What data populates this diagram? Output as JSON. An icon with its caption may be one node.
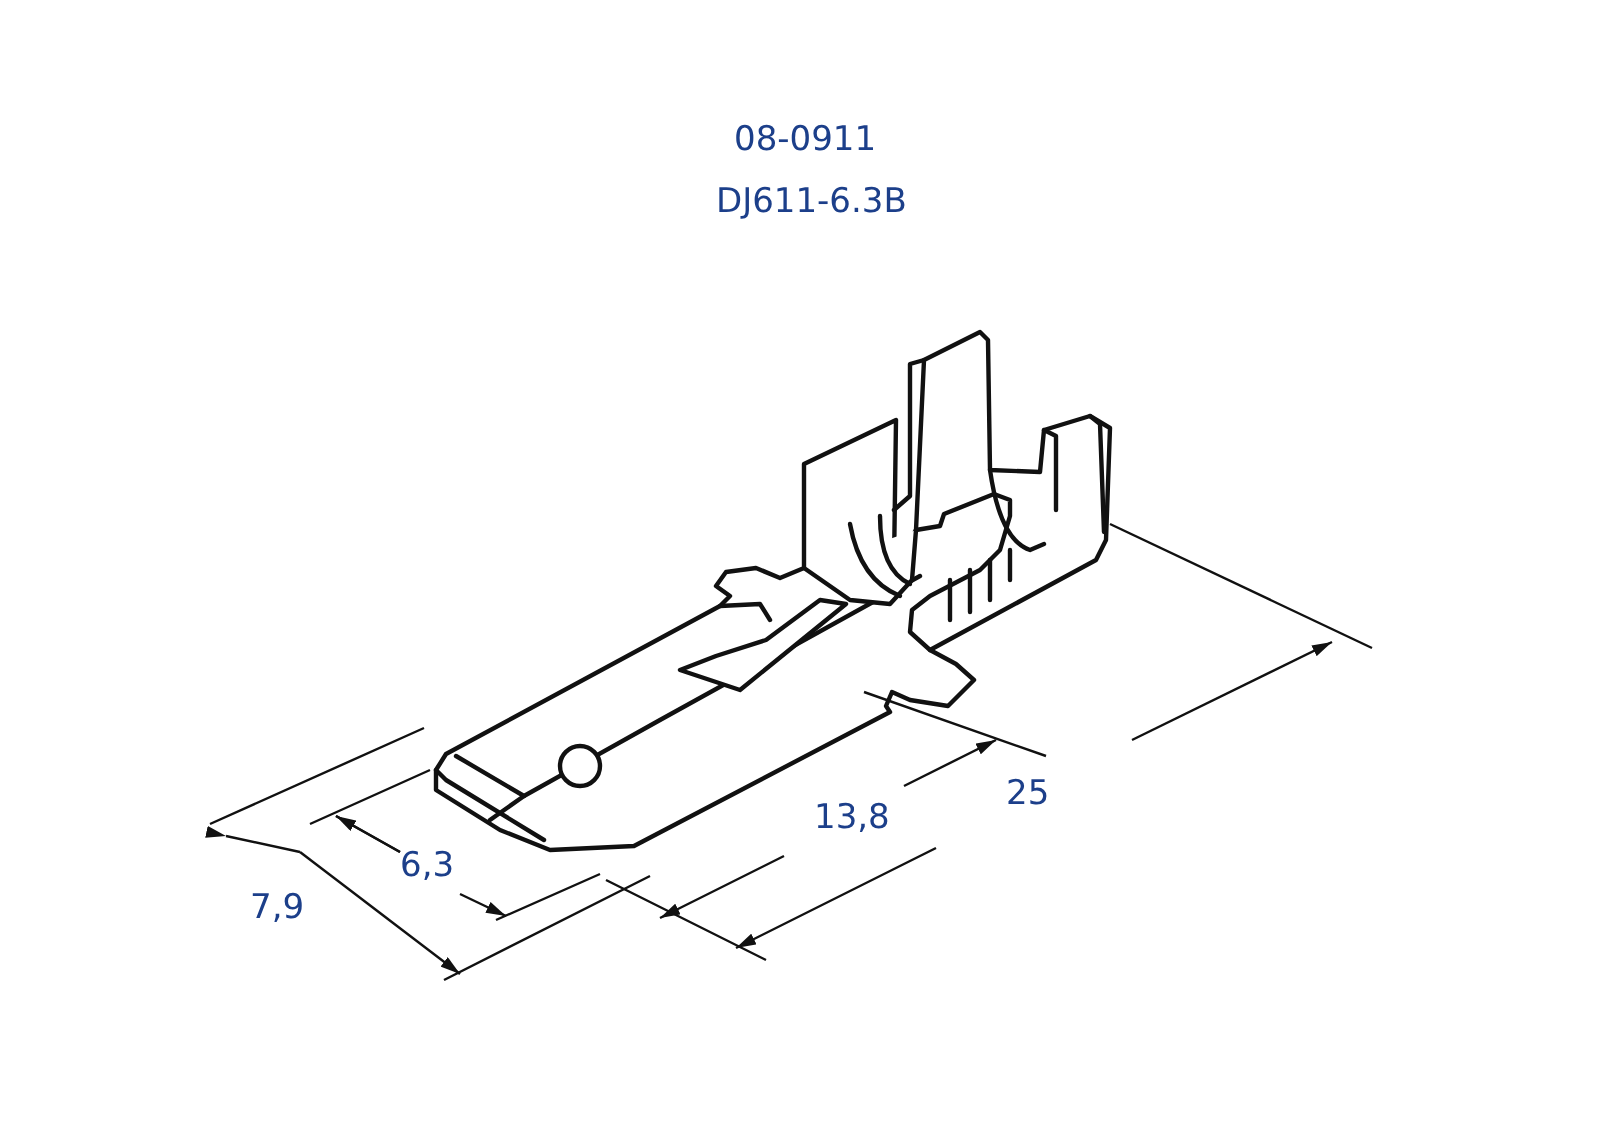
{
  "diagram": {
    "labels": [
      "08-0911",
      "DJ611-6.3B",
      "7,9",
      "6,3",
      "13,8",
      "25"
    ]
  }
}
